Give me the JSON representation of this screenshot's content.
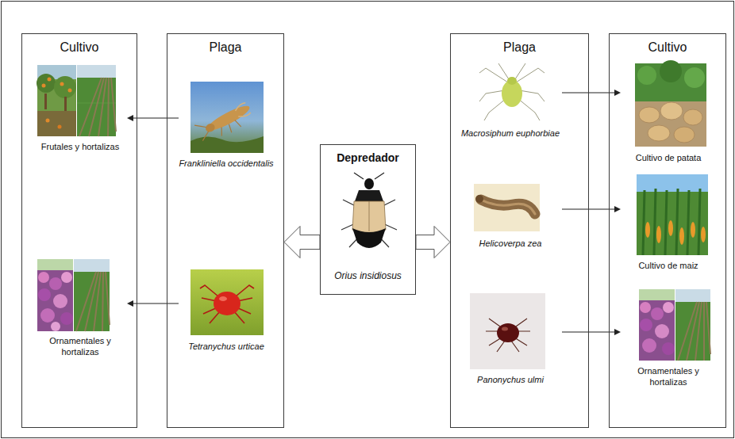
{
  "diagram": {
    "nodes": [
      {
        "text": [
          "Cultivo"
        ]
      },
      {
        "text": [
          "Frutales y hortalizas"
        ],
        "in": 0
      },
      {
        "text": [
          "Ornamentales y hortalizas"
        ],
        "in": 0
      },
      {
        "text": [
          "Plaga"
        ]
      },
      {
        "text": [
          "Frankliniella occidentalis"
        ],
        "in": 3
      },
      {
        "text": [
          "Tetranychus urticae"
        ],
        "in": 3
      },
      {
        "text": [
          "Depredador",
          "Orius insidiosus"
        ]
      },
      {
        "text": [
          "Plaga"
        ]
      },
      {
        "text": [
          "Macrosiphum euphorbiae"
        ],
        "in": 7
      },
      {
        "text": [
          "Helicoverpa zea"
        ],
        "in": 7
      },
      {
        "text": [
          "Panonychus ulmi"
        ],
        "in": 7
      },
      {
        "text": [
          "Cultivo"
        ]
      },
      {
        "text": [
          "Cultivo de patata"
        ],
        "in": 11
      },
      {
        "text": [
          "Cultivo de maiz"
        ],
        "in": 11
      },
      {
        "text": [
          "Ornamentales y hortalizas"
        ],
        "in": 11
      }
    ],
    "edges": [
      {
        "from": 4,
        "to": 1,
        "arrow": "to"
      },
      {
        "from": 5,
        "to": 2,
        "arrow": "to"
      },
      {
        "from": 6,
        "to": 3,
        "arrow": "to"
      },
      {
        "from": 6,
        "to": 7,
        "arrow": "to"
      },
      {
        "from": 8,
        "to": 12,
        "arrow": "to"
      },
      {
        "from": 9,
        "to": 13,
        "arrow": "to"
      },
      {
        "from": 10,
        "to": 14,
        "arrow": "to"
      }
    ]
  }
}
